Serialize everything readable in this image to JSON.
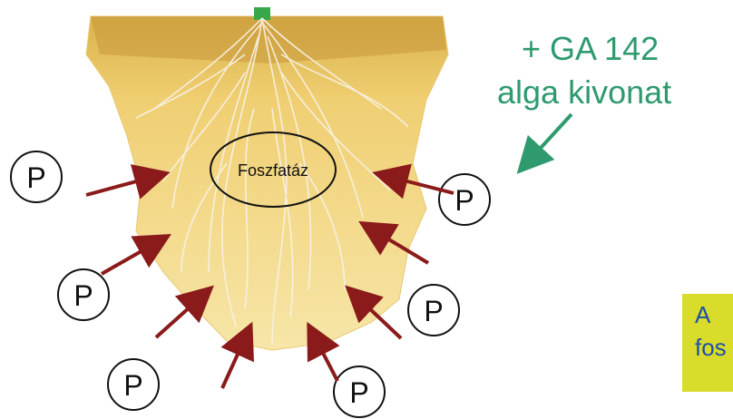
{
  "headline": {
    "line1": "+ GA 142",
    "line2": "alga kivonat",
    "color": "#2e9a6e"
  },
  "enzyme_label": "Foszfatáz",
  "phosphate_label": "P",
  "note": {
    "line1": "A",
    "line2": "fos",
    "background": "#d9dc2a",
    "text_color": "#1f4fa8"
  },
  "colors": {
    "arrow": "#8b1a1a",
    "green_arrow": "#2e9a6e",
    "soil": "#f2d98a",
    "root": "#f7f1e3"
  }
}
